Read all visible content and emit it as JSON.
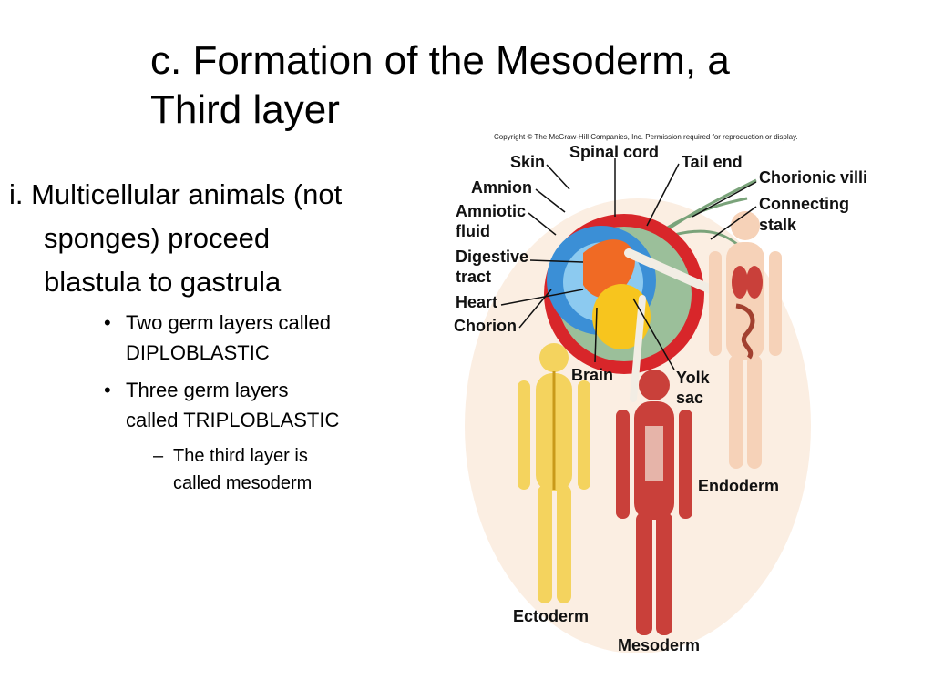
{
  "slide": {
    "title_line1": "c. Formation of the Mesoderm, a",
    "title_line2": "Third layer",
    "point1": "i. Multicellular animals (not sponges) proceed blastula to gastrula",
    "bullet1": "Two germ layers called DIPLOBLASTIC",
    "bullet2": "Three germ layers called TRIPLOBLASTIC",
    "subbullet1": "The third layer is called mesoderm"
  },
  "figure": {
    "copyright": "Copyright © The McGraw-Hill Companies, Inc. Permission required for reproduction or display.",
    "labels": {
      "skin": "Skin",
      "spinal_cord": "Spinal cord",
      "tail_end": "Tail end",
      "amnion": "Amnion",
      "amniotic_fluid_1": "Amniotic",
      "amniotic_fluid_2": "fluid",
      "digestive_tract_1": "Digestive",
      "digestive_tract_2": "tract",
      "heart": "Heart",
      "chorion": "Chorion",
      "chorionic_villi": "Chorionic villi",
      "connecting_stalk_1": "Connecting",
      "connecting_stalk_2": "stalk",
      "brain": "Brain",
      "yolk_sac_1": "Yolk",
      "yolk_sac_2": "sac",
      "endoderm": "Endoderm",
      "ectoderm": "Ectoderm",
      "mesoderm": "Mesoderm"
    },
    "colors": {
      "chorion_red": "#d8262a",
      "amnion_blue": "#3b8fd6",
      "yolk_yellow": "#f7c51e",
      "ectoderm_yellow": "#f4d35e",
      "mesoderm_red": "#c9403a",
      "endoderm_skin": "#f6d2b8",
      "villi_green": "#9bbf9a"
    }
  }
}
